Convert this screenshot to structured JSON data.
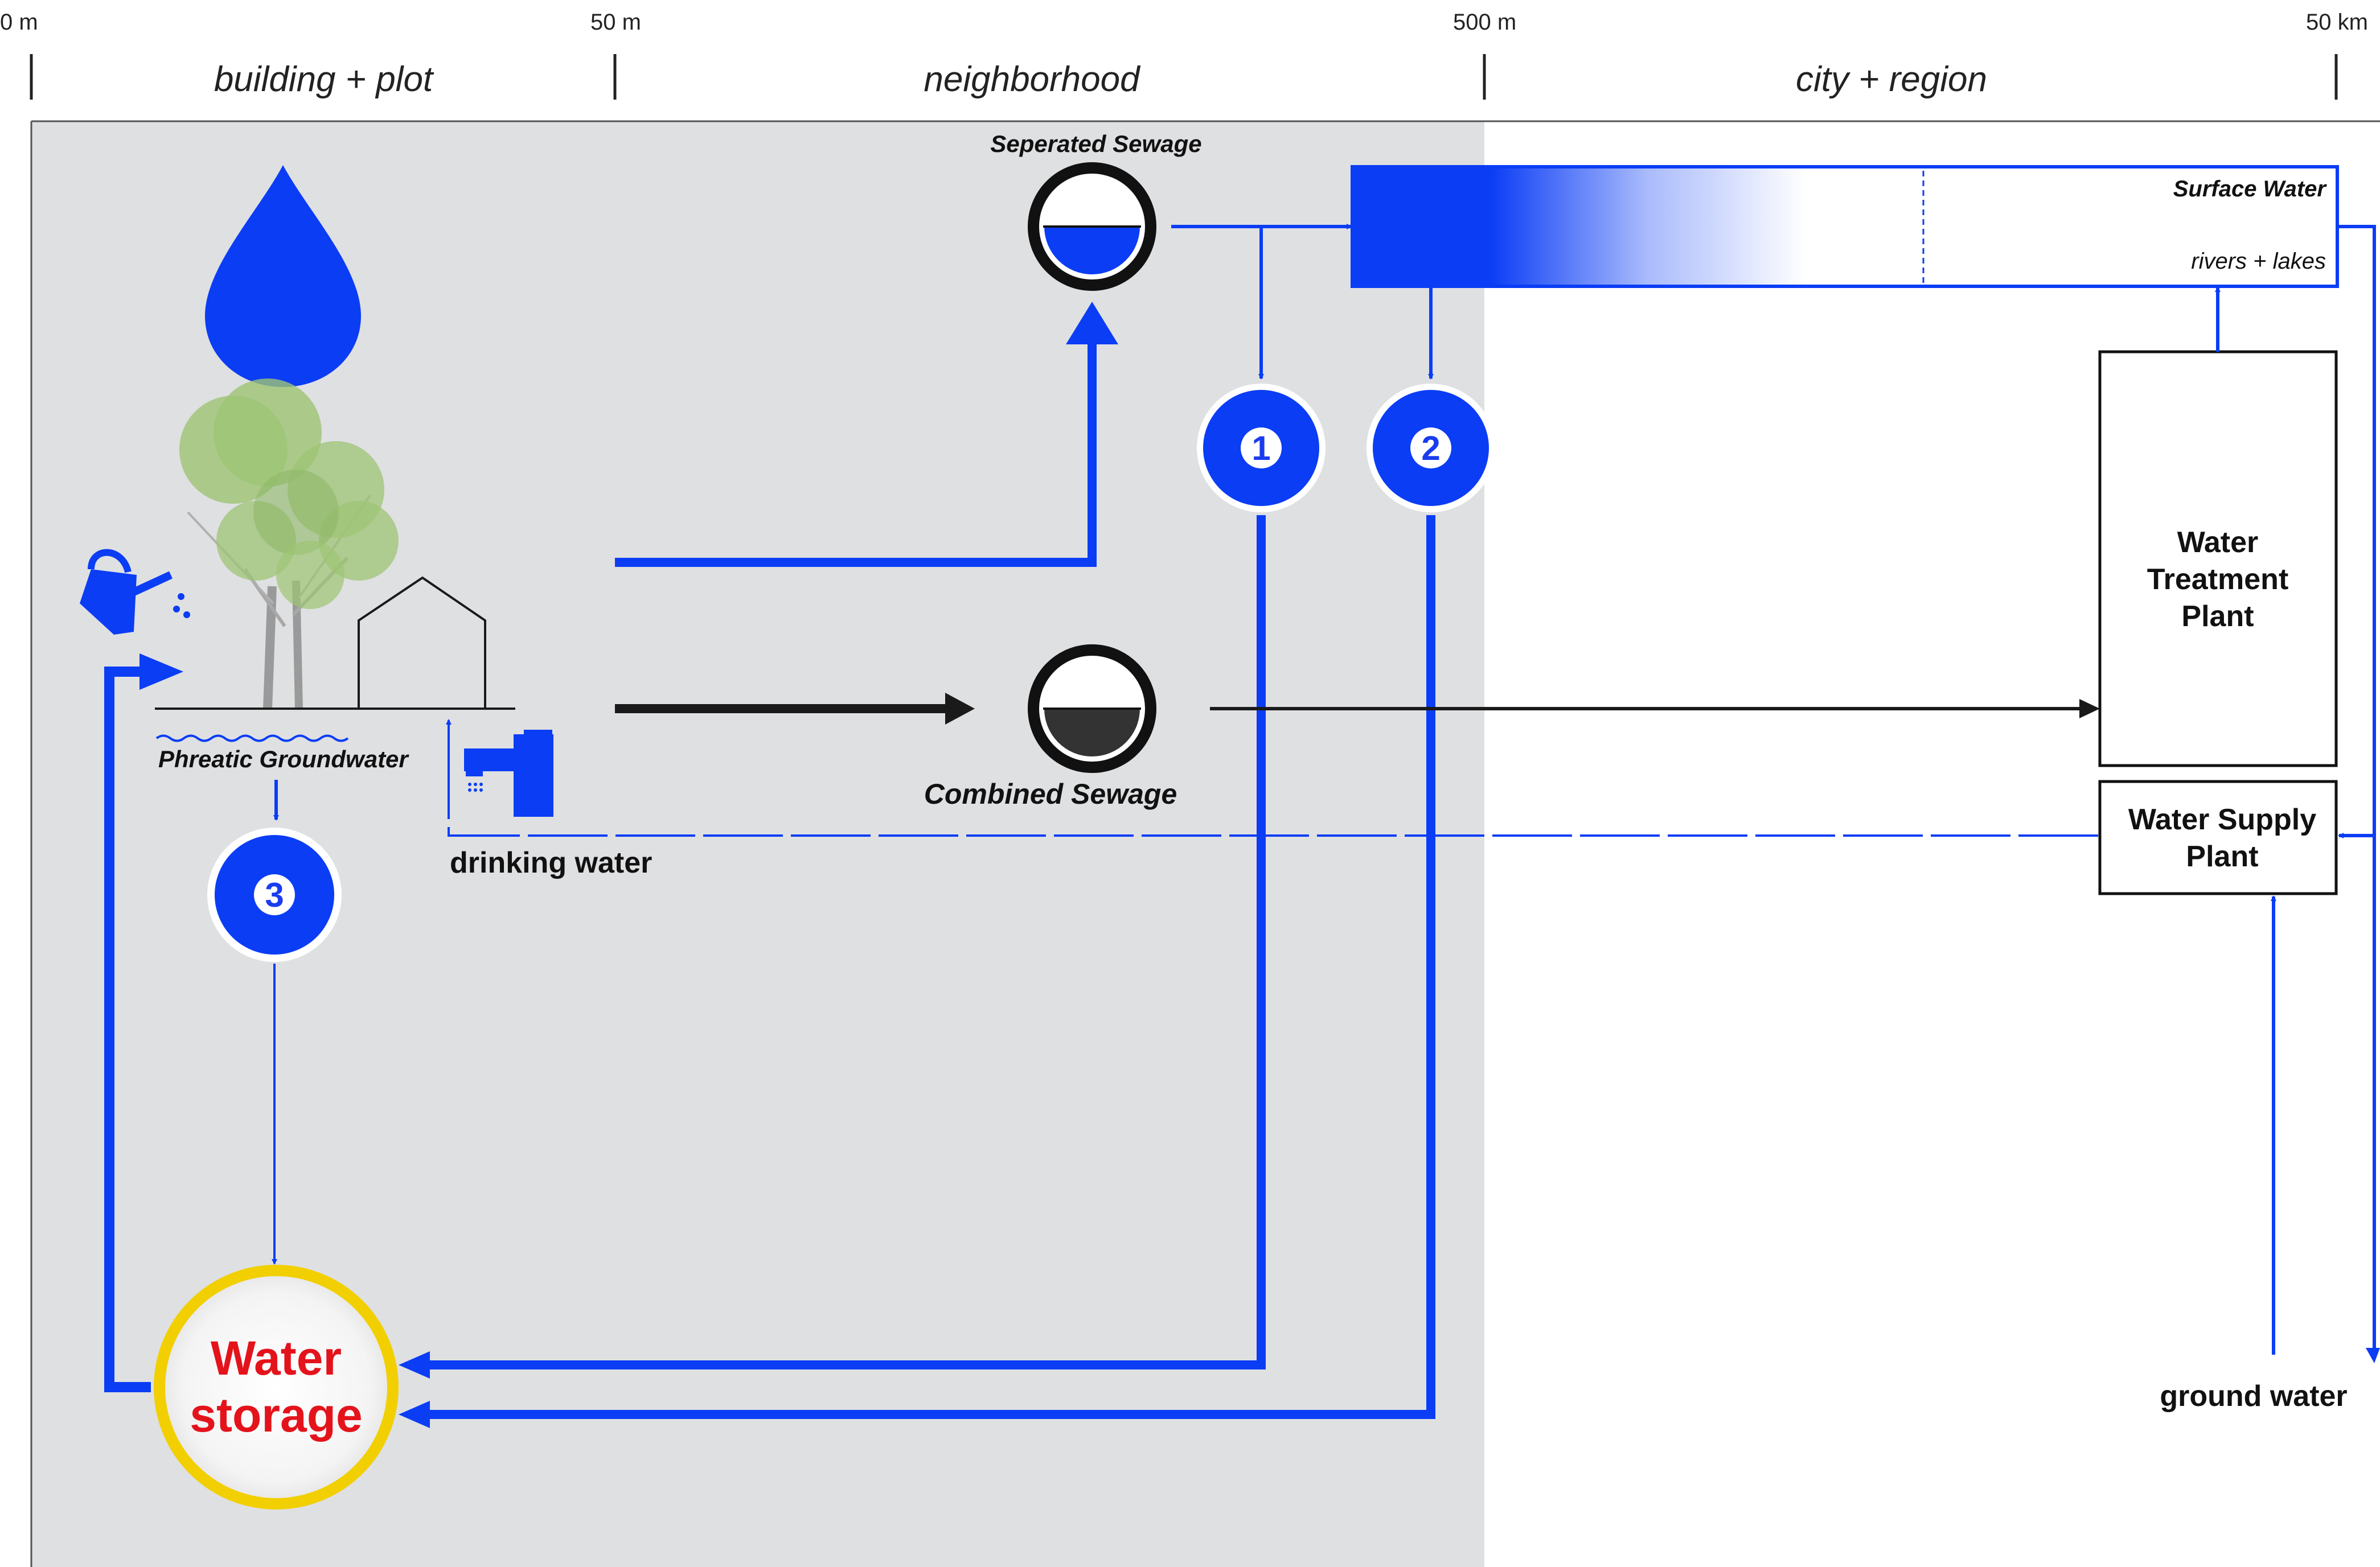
{
  "colors": {
    "blue": "#0b3df5",
    "black": "#1a1a1a",
    "gray_zone": "#dfe0e2",
    "yellow": "#f2cf00",
    "red": "#e4131b",
    "tree_green": "#9ec474"
  },
  "scale": {
    "ticks": [
      "0 m",
      "50 m",
      "500 m",
      "50 km"
    ]
  },
  "zones": {
    "building": "building + plot",
    "neighborhood": "neighborhood",
    "city": "city + region"
  },
  "labels": {
    "separated_sewage": "Seperated Sewage",
    "combined_sewage": "Combined Sewage",
    "surface_water": "Surface Water",
    "rivers_lakes": "rivers + lakes",
    "phreatic": "Phreatic Groundwater",
    "drinking_water": "drinking water",
    "ground_water": "ground water"
  },
  "nodes": {
    "n1": "1",
    "n2": "2",
    "n3": "3"
  },
  "plants": {
    "treatment": [
      "Water",
      "Treatment",
      "Plant"
    ],
    "supply": [
      "Water Supply",
      "Plant"
    ]
  },
  "storage": {
    "line1": "Water",
    "line2": "storage"
  },
  "icons": [
    "water-drop-icon",
    "watering-can-icon",
    "faucet-icon",
    "tree-icon",
    "house-icon",
    "manhole-icon"
  ]
}
